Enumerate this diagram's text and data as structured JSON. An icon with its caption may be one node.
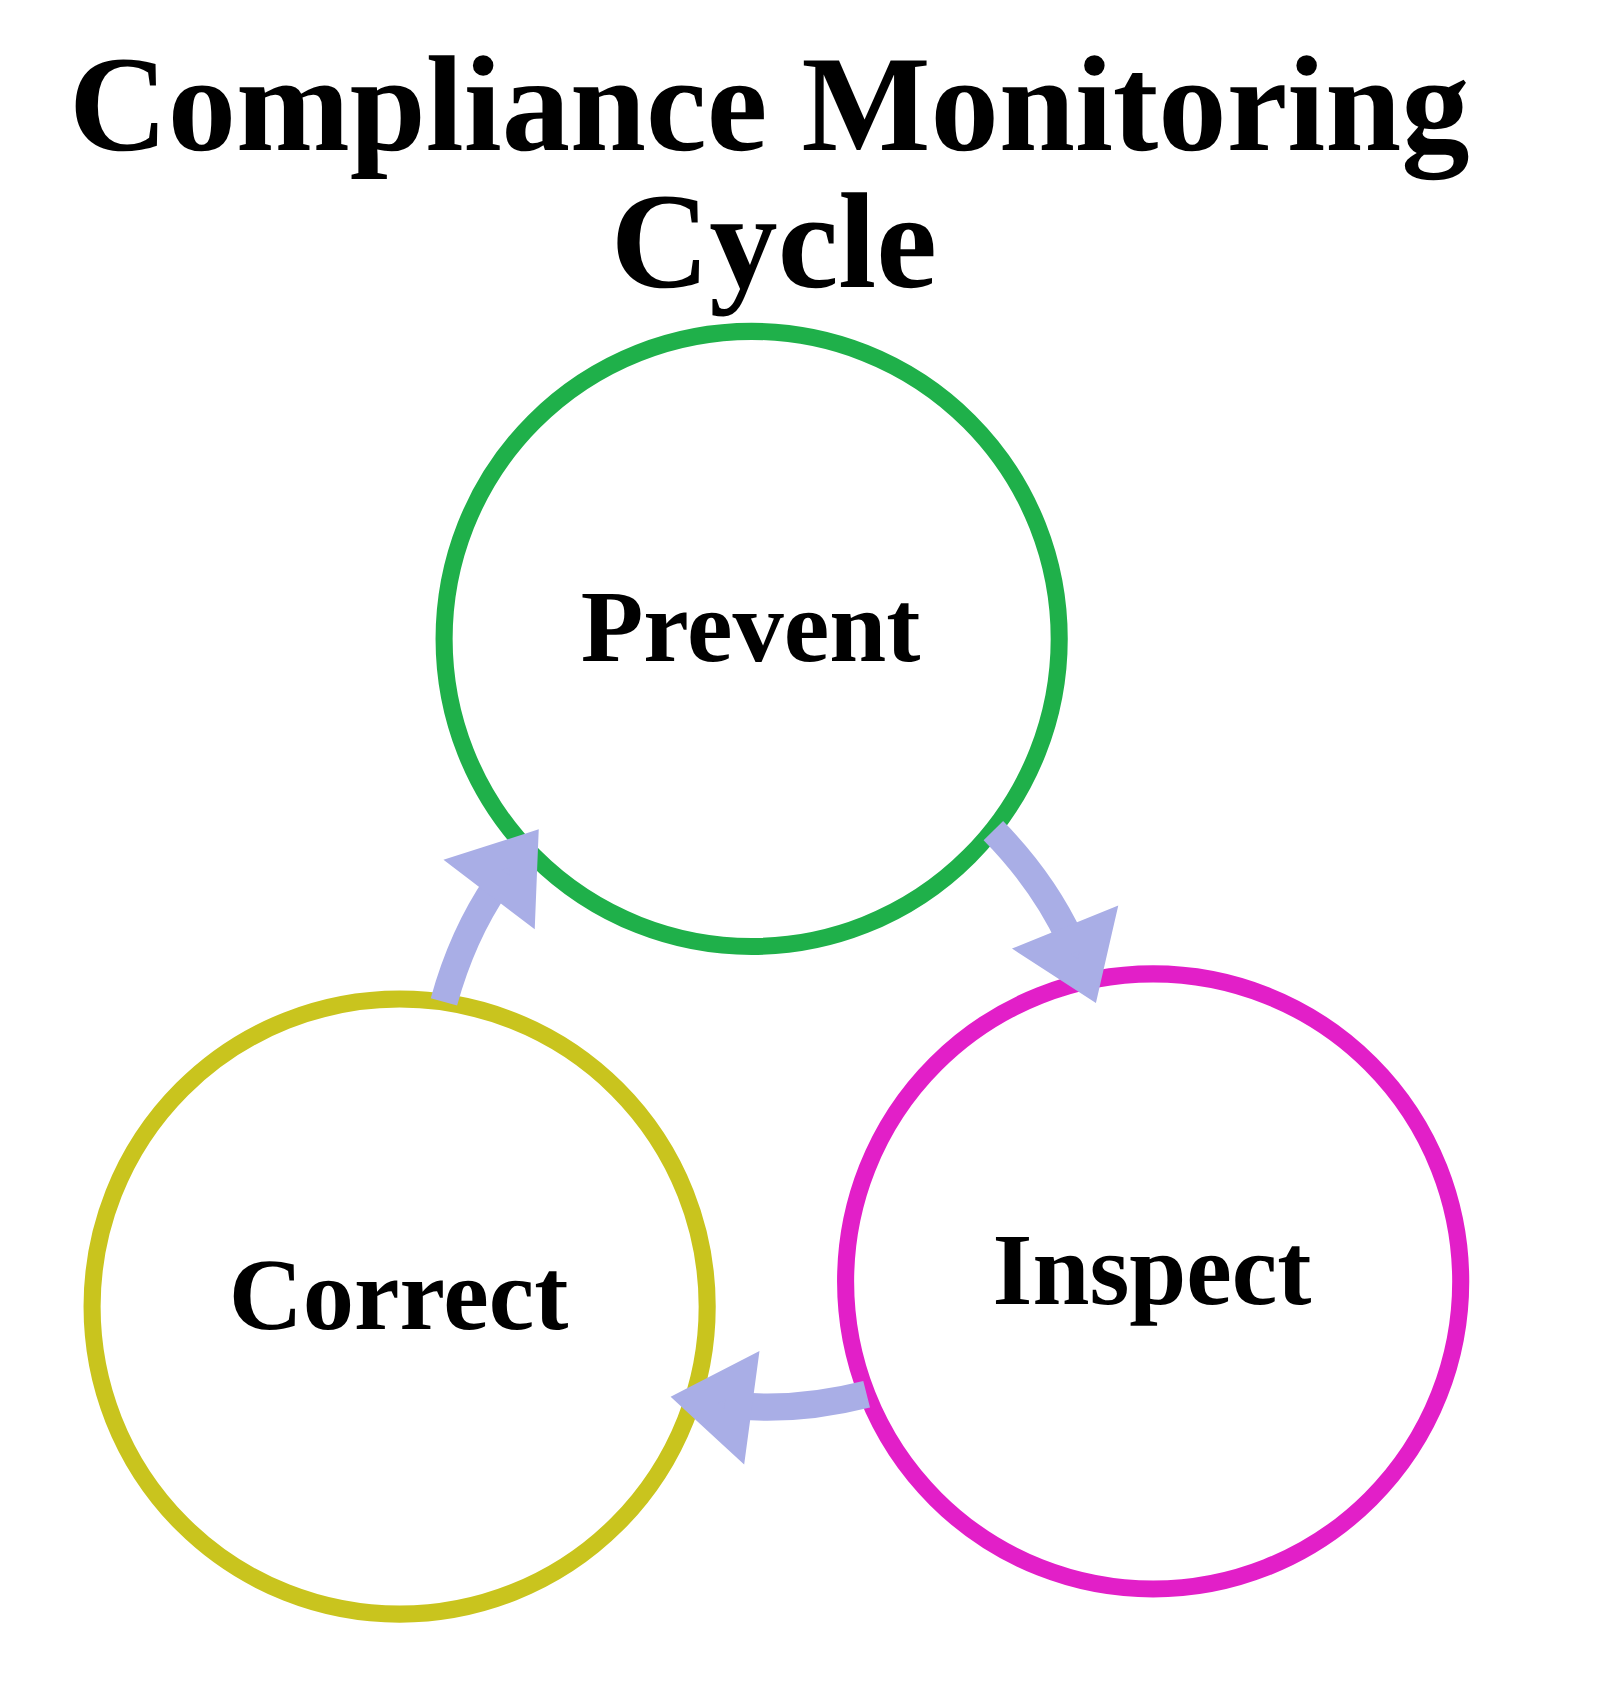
{
  "diagram": {
    "title": "Compliance Monitoring Cycle",
    "nodes": [
      {
        "text": [
          "Prevent"
        ]
      },
      {
        "text": [
          "Inspect"
        ]
      },
      {
        "text": [
          "Correct"
        ]
      }
    ],
    "edges": [
      {
        "from": 0,
        "to": 1,
        "arrow": "to"
      },
      {
        "from": 1,
        "to": 2,
        "arrow": "to"
      },
      {
        "from": 2,
        "to": 0,
        "arrow": "to"
      }
    ]
  }
}
